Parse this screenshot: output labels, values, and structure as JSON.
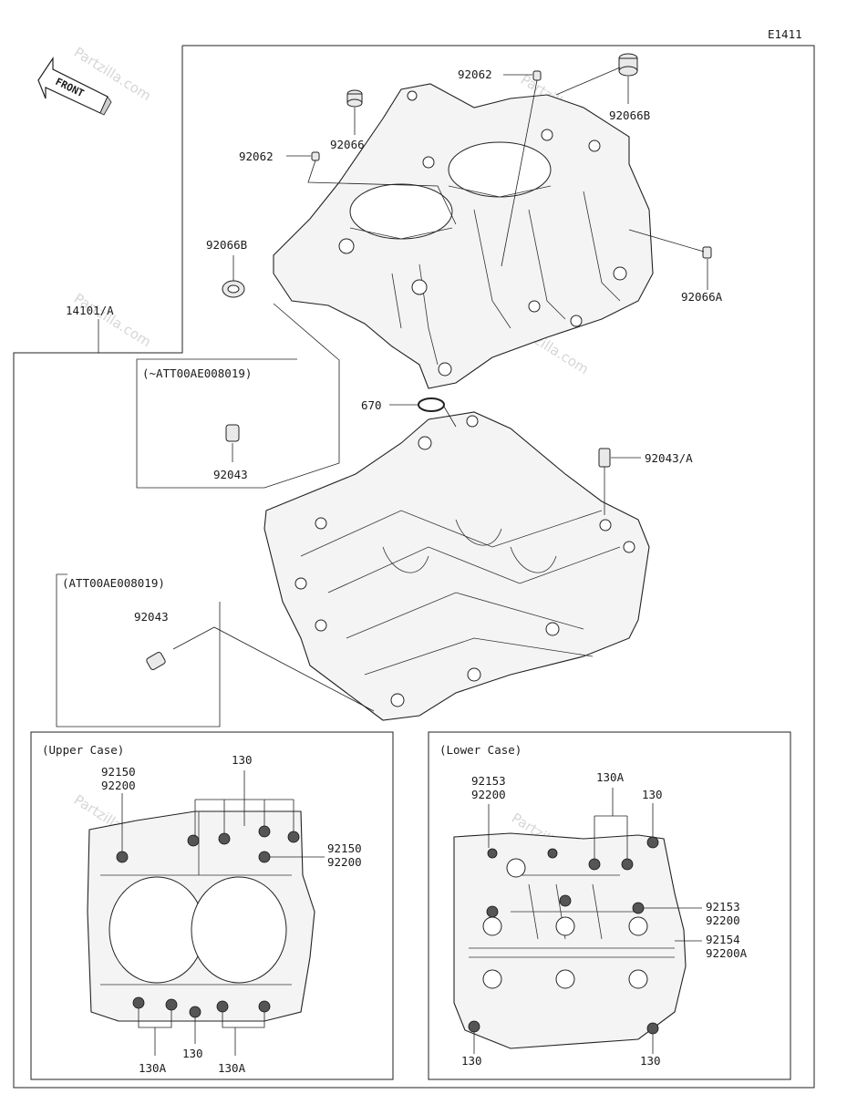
{
  "diagram_id": "E1411",
  "front_label": "FRONT",
  "watermark": "Partzilla.com",
  "callouts": {
    "p92062_top": "92062",
    "p92066B_top": "92066B",
    "p92066": "92066",
    "p92062_left": "92062",
    "p92066B_left": "92066B",
    "p92066A": "92066A",
    "p14101A": "14101/A",
    "p670": "670",
    "p92043A": "92043/A",
    "att_box1_title": "(~ATT00AE008019)",
    "att_box1_part": "92043",
    "att_box2_title": "(ATT00AE008019)",
    "att_box2_part": "92043"
  },
  "upper_case": {
    "title": "(Upper Case)",
    "l130_top": "130",
    "l92150_a": "92150",
    "l92200_a": "92200",
    "l92150_b": "92150",
    "l92200_b": "92200",
    "l130A_left": "130A",
    "l130_bottom": "130",
    "l130A_right": "130A"
  },
  "lower_case": {
    "title": "(Lower Case)",
    "l92153_a": "92153",
    "l92200_a": "92200",
    "l130A_top": "130A",
    "l130_top": "130",
    "l92153_b": "92153",
    "l92200_b": "92200",
    "l92154": "92154",
    "l92200A": "92200A",
    "l130_bl": "130",
    "l130_br": "130"
  }
}
